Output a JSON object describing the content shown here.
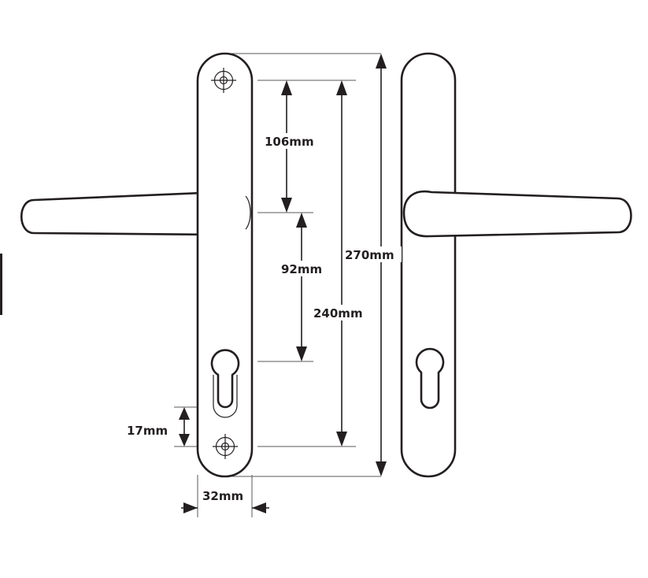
{
  "dimensions": {
    "fixing_spacing": "106mm",
    "handle_to_cylinder": "92mm",
    "overall_height": "270mm",
    "screw_centres": "240mm",
    "screw_to_edge": "17mm",
    "plate_width": "32mm"
  },
  "colors": {
    "line": "#231f20",
    "background": "#ffffff"
  }
}
